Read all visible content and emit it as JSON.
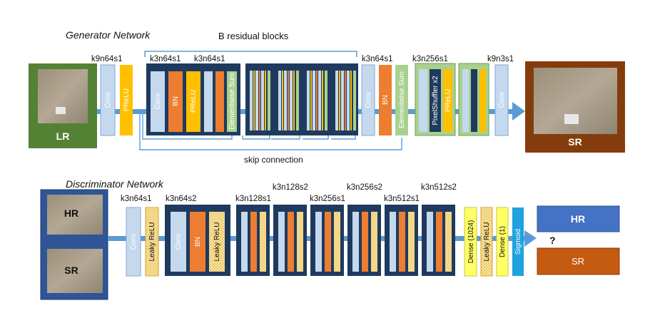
{
  "generator": {
    "title": "Generator Network",
    "residual_label": "B residual blocks",
    "skip_label": "skip connection",
    "lr_label": "LR",
    "sr_label": "SR",
    "labels": {
      "conv1": "k9n64s1",
      "res_a": "k3n64s1",
      "res_b": "k3n64s1",
      "post": "k3n64s1",
      "up": "k3n256s1",
      "final": "k9n3s1"
    },
    "layers": {
      "conv": "Conv",
      "prelu": "PReLU",
      "bn": "BN",
      "elementwise_sum": "Elementwise Sum",
      "pixelshuffler": "PixelShuffler x2"
    }
  },
  "discriminator": {
    "title": "Discriminator Network",
    "hr_label": "HR",
    "sr_label": "SR",
    "question": "?",
    "out_hr": "HR",
    "out_sr": "SR",
    "labels": {
      "l1": "k3n64s1",
      "l2": "k3n64s2",
      "l3": "k3n128s1",
      "l4": "k3n128s2",
      "l5": "k3n256s1",
      "l6": "k3n256s2",
      "l7": "k3n512s1",
      "l8": "k3n512s2"
    },
    "layers": {
      "conv": "Conv",
      "leaky_relu": "Leaky ReLU",
      "bn": "BN",
      "dense_1024": "Dense (1024)",
      "dense_1": "Dense (1)",
      "sigmoid": "Sigmoid"
    }
  },
  "colors": {
    "navy": "#1f3a5f",
    "conv": "#c5d9ee",
    "bn": "#ed7d31",
    "prelu": "#ffc000",
    "green": "#a9d18e",
    "arrow": "#5b9bd5",
    "lr_frame": "#548235",
    "sr_frame": "#843c0c",
    "dense": "#ffff66",
    "sigmoid": "#1fa2e0",
    "hr_box": "#4472c4",
    "sr_box": "#c55a11"
  }
}
